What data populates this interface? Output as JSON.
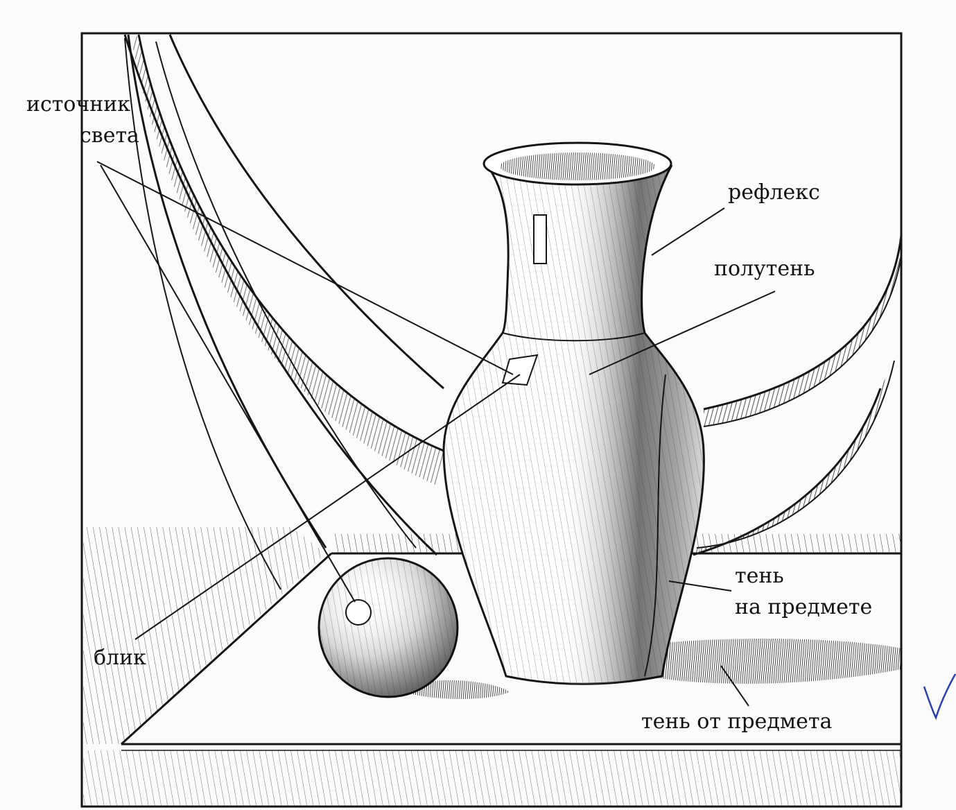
{
  "labels": {
    "light_source_line1": "источник",
    "light_source_line2": "света",
    "reflex": "рефлекс",
    "half_shadow": "полутень",
    "own_shadow_line1": "тень",
    "own_shadow_line2": "на предмете",
    "highlight": "блик",
    "cast_shadow": "тень от предмета"
  },
  "colors": {
    "ink": "#151515",
    "paper": "#fbfbfb",
    "check_mark": "#2a3fb0"
  }
}
